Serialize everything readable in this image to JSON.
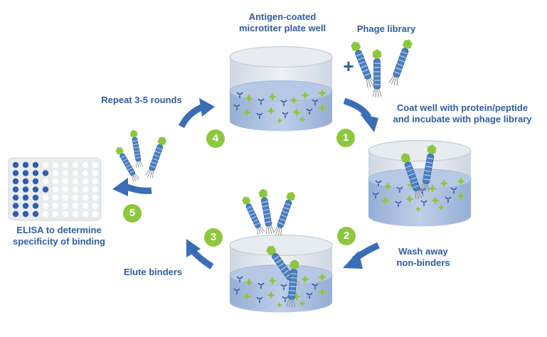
{
  "labels": {
    "antigen_well": [
      "Antigen-coated",
      "microtiter plate well"
    ],
    "phage_library": "Phage library",
    "plus_sign": "+",
    "coat_well": [
      "Coat well with protein/peptide",
      "and incubate with phage library"
    ],
    "wash_away": [
      "Wash away",
      "non-binders"
    ],
    "elute_binders": "Elute binders",
    "repeat_rounds": "Repeat 3-5 rounds",
    "elisa": [
      "ELISA to determine",
      "specificity of binding"
    ]
  },
  "steps": [
    "1",
    "2",
    "3",
    "4",
    "5"
  ],
  "colors": {
    "text_blue": "#2f5d9e",
    "arrow_blue": "#3a6db5",
    "step_green": "#8dc63f",
    "well_fill": "#dde3ea",
    "liquid": "#a9bfdf",
    "phage_blue": "#4a7fc1",
    "antigen_green": "#8dc63f",
    "elisa_dot": "#3060a8",
    "elisa_plate": "#e9ecef"
  },
  "icons": [
    "microtiter-well-icon",
    "phage-icon",
    "antigen-star-icon",
    "curved-arrow-icon",
    "elisa-plate-icon"
  ]
}
